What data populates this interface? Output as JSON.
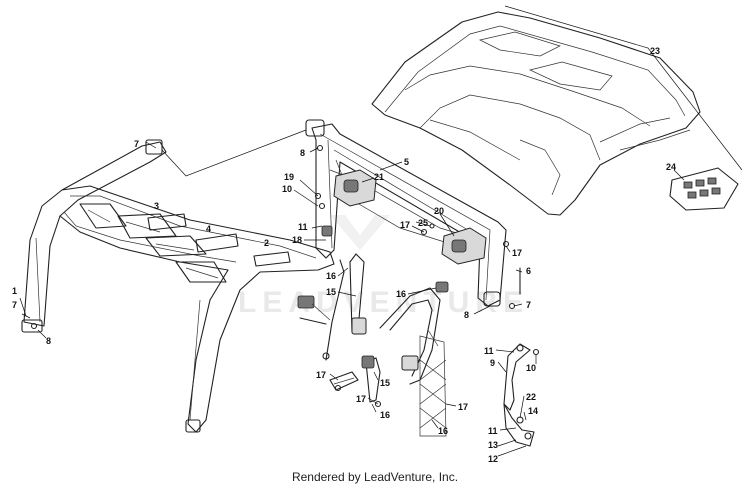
{
  "watermark": "LEADVENTURE",
  "footer": "Rendered by LeadVenture, Inc.",
  "callouts": [
    {
      "id": "c1",
      "label": "1"
    },
    {
      "id": "c7a",
      "label": "7"
    },
    {
      "id": "c8a",
      "label": "8"
    },
    {
      "id": "c7b",
      "label": "7"
    },
    {
      "id": "c3",
      "label": "3"
    },
    {
      "id": "c4",
      "label": "4"
    },
    {
      "id": "c2",
      "label": "2"
    },
    {
      "id": "c8b",
      "label": "8"
    },
    {
      "id": "c19",
      "label": "19"
    },
    {
      "id": "c10a",
      "label": "10"
    },
    {
      "id": "c21",
      "label": "21"
    },
    {
      "id": "c11a",
      "label": "11"
    },
    {
      "id": "c18",
      "label": "18"
    },
    {
      "id": "c5",
      "label": "5"
    },
    {
      "id": "c17a",
      "label": "17"
    },
    {
      "id": "c25",
      "label": "25"
    },
    {
      "id": "c20",
      "label": "20"
    },
    {
      "id": "c17b",
      "label": "17"
    },
    {
      "id": "c16a",
      "label": "16"
    },
    {
      "id": "c15a",
      "label": "15"
    },
    {
      "id": "c16b",
      "label": "16"
    },
    {
      "id": "c6",
      "label": "6"
    },
    {
      "id": "c8c",
      "label": "8"
    },
    {
      "id": "c7c",
      "label": "7"
    },
    {
      "id": "c17c",
      "label": "17"
    },
    {
      "id": "c15b",
      "label": "15"
    },
    {
      "id": "c17d",
      "label": "17"
    },
    {
      "id": "c16c",
      "label": "16"
    },
    {
      "id": "c17e",
      "label": "17"
    },
    {
      "id": "c16d",
      "label": "16"
    },
    {
      "id": "c11b",
      "label": "11"
    },
    {
      "id": "c9",
      "label": "9"
    },
    {
      "id": "c10b",
      "label": "10"
    },
    {
      "id": "c22",
      "label": "22"
    },
    {
      "id": "c14",
      "label": "14"
    },
    {
      "id": "c11c",
      "label": "11"
    },
    {
      "id": "c13",
      "label": "13"
    },
    {
      "id": "c12",
      "label": "12"
    },
    {
      "id": "c23",
      "label": "23"
    },
    {
      "id": "c24",
      "label": "24"
    }
  ]
}
